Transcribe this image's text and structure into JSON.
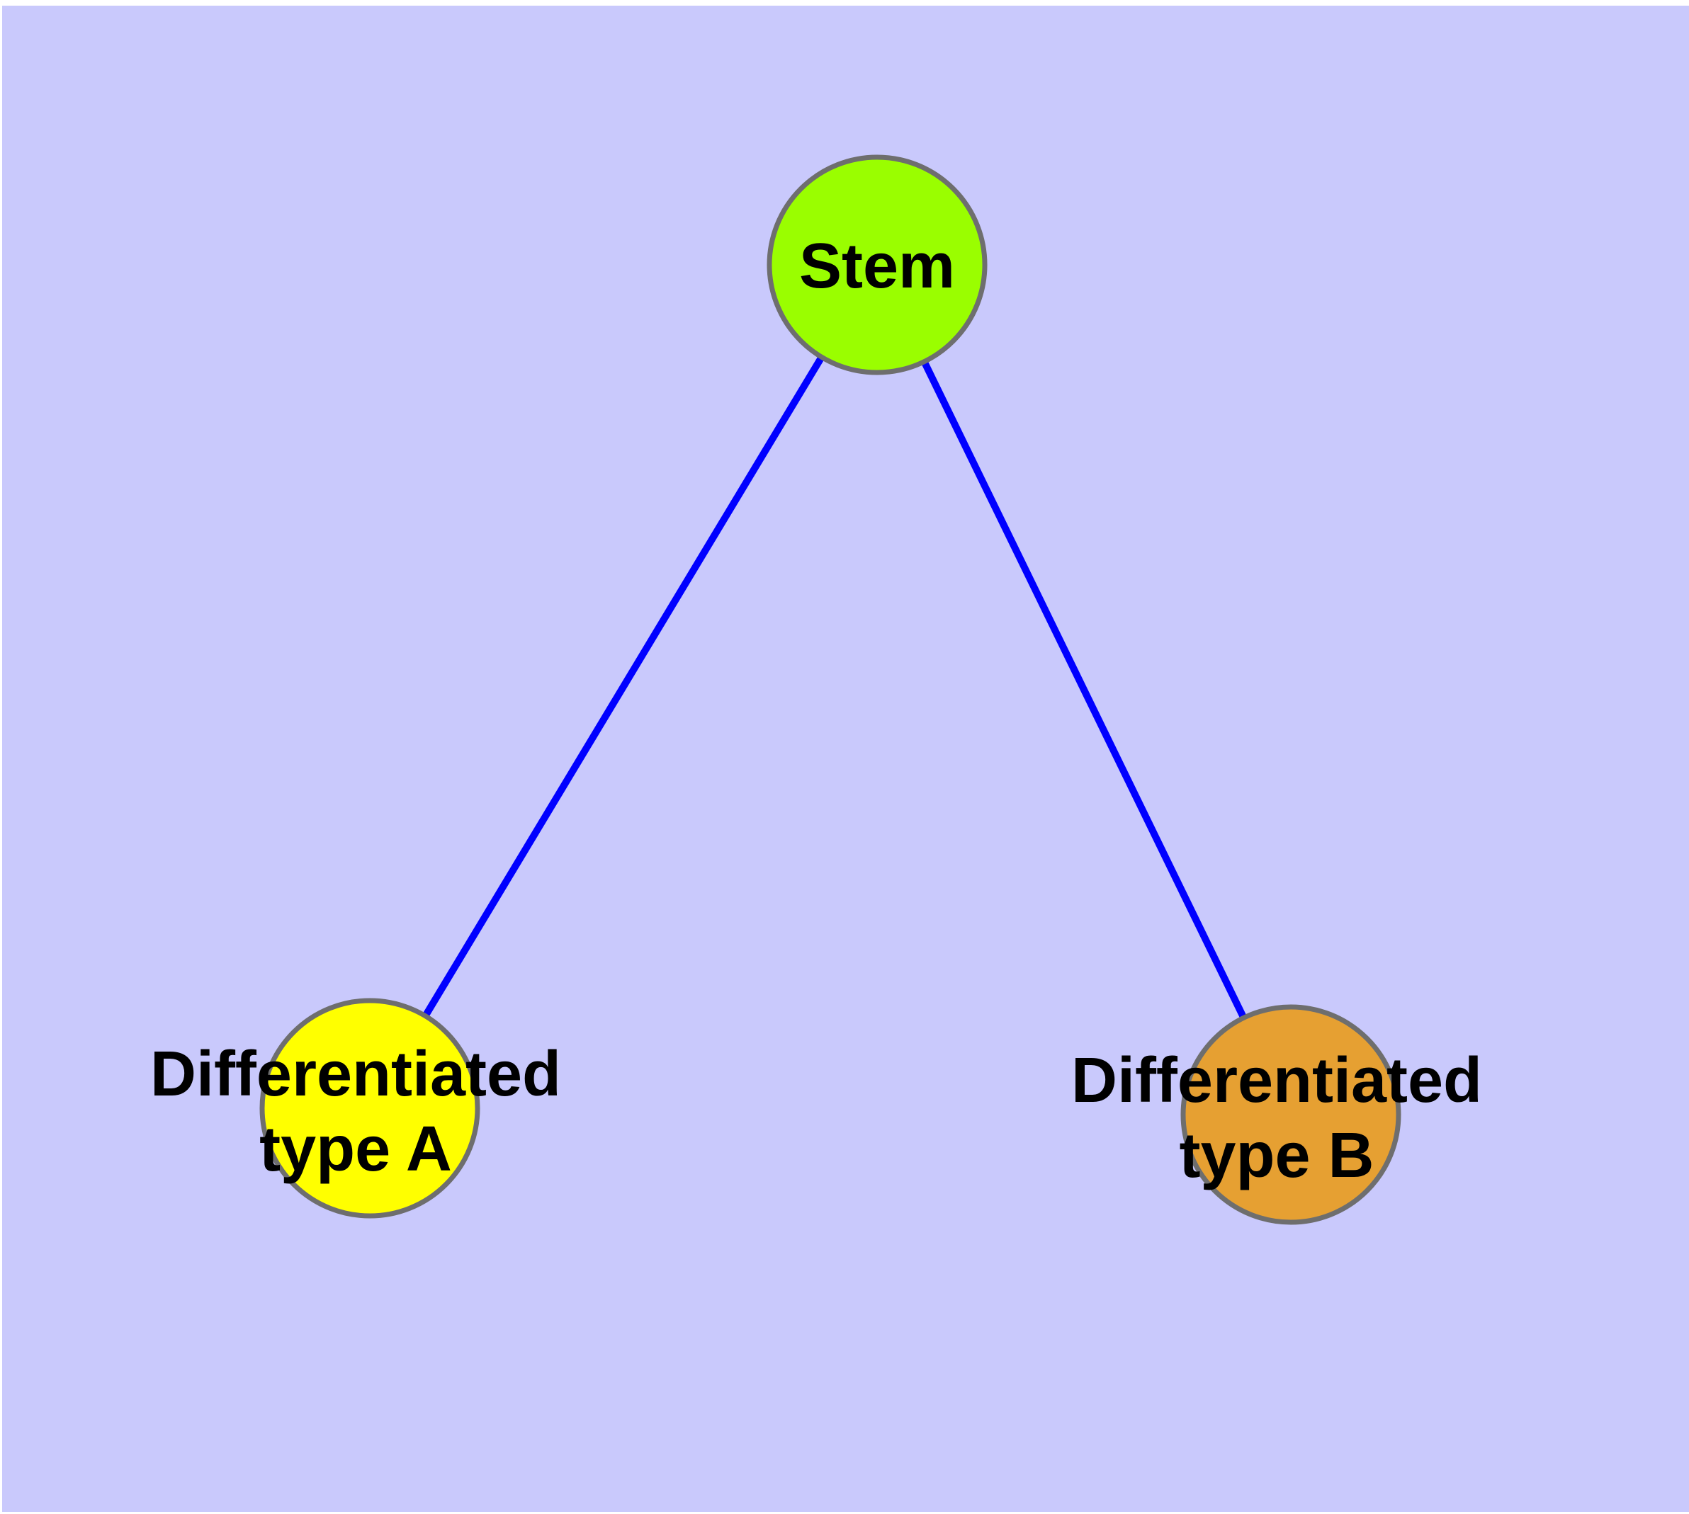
{
  "diagram": {
    "type": "graph",
    "colors": {
      "page_background": "#FFFFFF",
      "canvas_background": "#C9C9FC",
      "edge": "#0000FF",
      "node_border": "#6E6E6E",
      "label_text": "#000000"
    },
    "nodes": [
      {
        "id": "stem",
        "label": "Stem",
        "line1": "Stem",
        "line2": "",
        "fill": "#9AFE00"
      },
      {
        "id": "differentiated-type-a",
        "label": "Differentiated type A",
        "line1": "Differentiated",
        "line2": "type A",
        "fill": "#FFFF00"
      },
      {
        "id": "differentiated-type-b",
        "label": "Differentiated type B",
        "line1": "Differentiated",
        "line2": "type B",
        "fill": "#E6A032"
      }
    ],
    "edges": [
      {
        "from": "Stem",
        "to": "Differentiated type A"
      },
      {
        "from": "Stem",
        "to": "Differentiated type B"
      }
    ]
  }
}
